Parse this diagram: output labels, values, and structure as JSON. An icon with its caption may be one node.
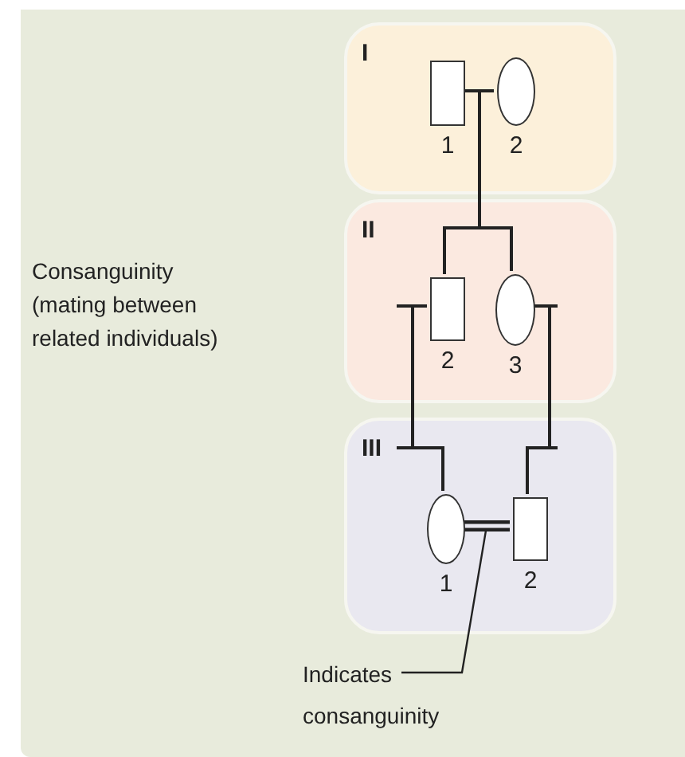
{
  "diagram": {
    "nodes": [
      {
        "text": [
          "I"
        ]
      },
      {
        "text": [],
        "shape": "box",
        "beside": [
          "1"
        ],
        "in": 0
      },
      {
        "text": [],
        "shape": "circle",
        "beside": [
          "2"
        ],
        "in": 0
      },
      {
        "text": [
          "II"
        ]
      },
      {
        "text": [],
        "shape": "box",
        "beside": [
          "2"
        ],
        "in": 3
      },
      {
        "text": [],
        "shape": "circle",
        "beside": [
          "3"
        ],
        "in": 3
      },
      {
        "text": [
          "III"
        ]
      },
      {
        "text": [],
        "shape": "circle",
        "beside": [
          "1"
        ],
        "in": 6
      },
      {
        "text": [],
        "shape": "box",
        "beside": [
          "2"
        ],
        "in": 6
      },
      {
        "text": [
          "Indicates consanguinity"
        ]
      }
    ],
    "edges": [
      {
        "from": 1,
        "to": 2,
        "arrow": "none"
      },
      {
        "from": 1,
        "to": 4,
        "arrow": "none"
      },
      {
        "from": 1,
        "to": 5,
        "arrow": "none"
      },
      {
        "from": 4,
        "to": 7,
        "arrow": "none"
      },
      {
        "from": 5,
        "to": 8,
        "arrow": "none"
      },
      {
        "from": 7,
        "to": 8,
        "arrow": "none",
        "style": "thick"
      },
      {
        "from": 9,
        "to": null,
        "arrow": "none"
      }
    ],
    "labels": [
      "Consanguinity (mating between related individuals)"
    ]
  }
}
